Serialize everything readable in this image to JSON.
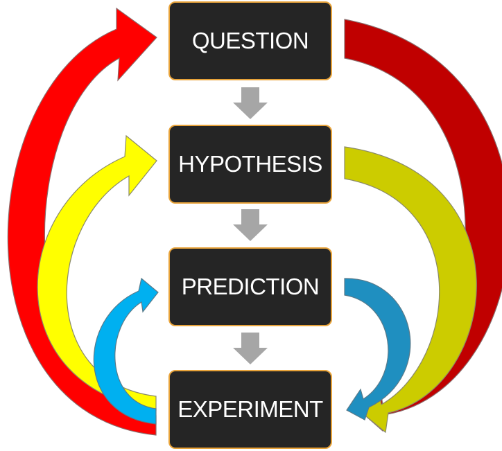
{
  "steps": [
    "QUESTION",
    "HYPOTHESIS",
    "PREDICTION",
    "EXPERIMENT"
  ],
  "colors": {
    "box_fill": "#252525",
    "box_border": "#e8a33a",
    "box_text": "#ffffff",
    "down_arrow": "#a6a6a6",
    "loop_red_left": "#ff0000",
    "loop_red_right": "#c00000",
    "loop_yellow_left": "#ffff00",
    "loop_yellow_right": "#cccc00",
    "loop_blue_left": "#00b0f0",
    "loop_blue_right": "#1f8fc0"
  }
}
